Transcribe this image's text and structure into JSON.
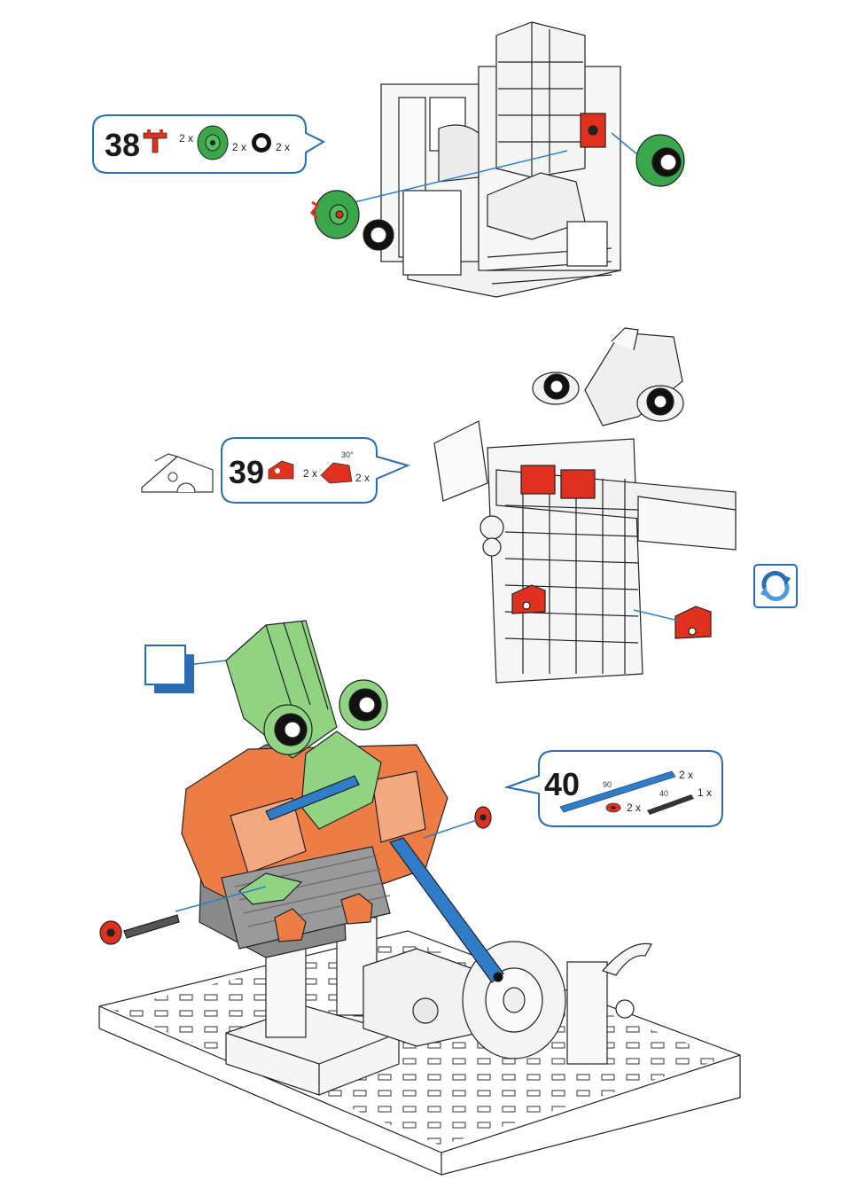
{
  "steps": [
    {
      "number": "38",
      "parts": [
        {
          "icon": "red-clip-icon",
          "qty": "2 x"
        },
        {
          "icon": "green-wheel-hub-icon",
          "qty": "2 x"
        },
        {
          "icon": "black-tire-icon",
          "qty": "2 x"
        }
      ]
    },
    {
      "number": "39",
      "parts": [
        {
          "icon": "red-hinge-block-icon",
          "qty": "2 x"
        },
        {
          "icon": "red-angle-block-icon",
          "qty": "2 x",
          "label": "30°"
        }
      ]
    },
    {
      "number": "40",
      "parts": [
        {
          "icon": "blue-strut-icon",
          "qty": "2 x",
          "label": "90"
        },
        {
          "icon": "red-nut-icon",
          "qty": "2 x"
        },
        {
          "icon": "black-axle-icon",
          "qty": "1 x",
          "label": "40"
        }
      ]
    }
  ],
  "colors": {
    "callout_border": "#2a6db5",
    "part_red": "#e0301e",
    "part_green": "#3aa84a",
    "part_blue": "#2f7dc8",
    "part_orange": "#ee7d45",
    "model_green": "#8fd383",
    "model_gray": "#8a8a8a",
    "rotate_icon": "#2a6db5"
  },
  "icons": [
    "cheese-wedge-icon",
    "rotate-model-icon",
    "subassembly-box-icon"
  ]
}
